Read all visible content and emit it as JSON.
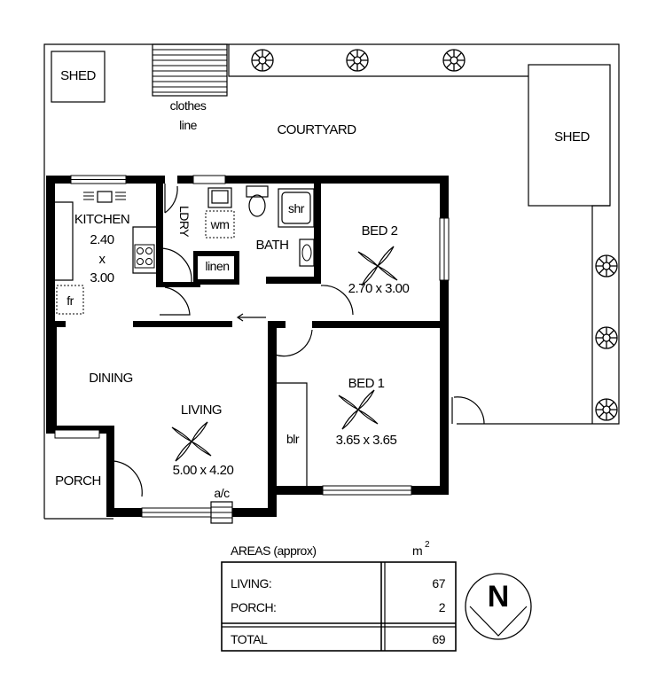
{
  "rooms": {
    "shed_left": "SHED",
    "shed_right": "SHED",
    "clothes_line_1": "clothes",
    "clothes_line_2": "line",
    "courtyard": "COURTYARD",
    "kitchen": "KITCHEN",
    "kitchen_w": "2.40",
    "kitchen_x": "x",
    "kitchen_h": "3.00",
    "fridge": "fr",
    "laundry": "LDRY",
    "washing_machine": "wm",
    "linen": "linen",
    "bath": "BATH",
    "shower": "shr",
    "bed2": "BED 2",
    "bed2_size": "2.70 x 3.00",
    "dining": "DINING",
    "living": "LIVING",
    "living_size": "5.00 x 4.20",
    "aircon": "a/c",
    "bed1": "BED 1",
    "bed1_size": "3.65 x 3.65",
    "built_in_robe": "blr",
    "porch": "PORCH"
  },
  "areas": {
    "title": "AREAS (approx)",
    "unit": "m",
    "unit_sup": "2",
    "rows": [
      {
        "label": "LIVING:",
        "value": "67"
      },
      {
        "label": "PORCH:",
        "value": "2"
      }
    ],
    "total_label": "TOTAL",
    "total_value": "69"
  },
  "compass": {
    "label": "N"
  }
}
